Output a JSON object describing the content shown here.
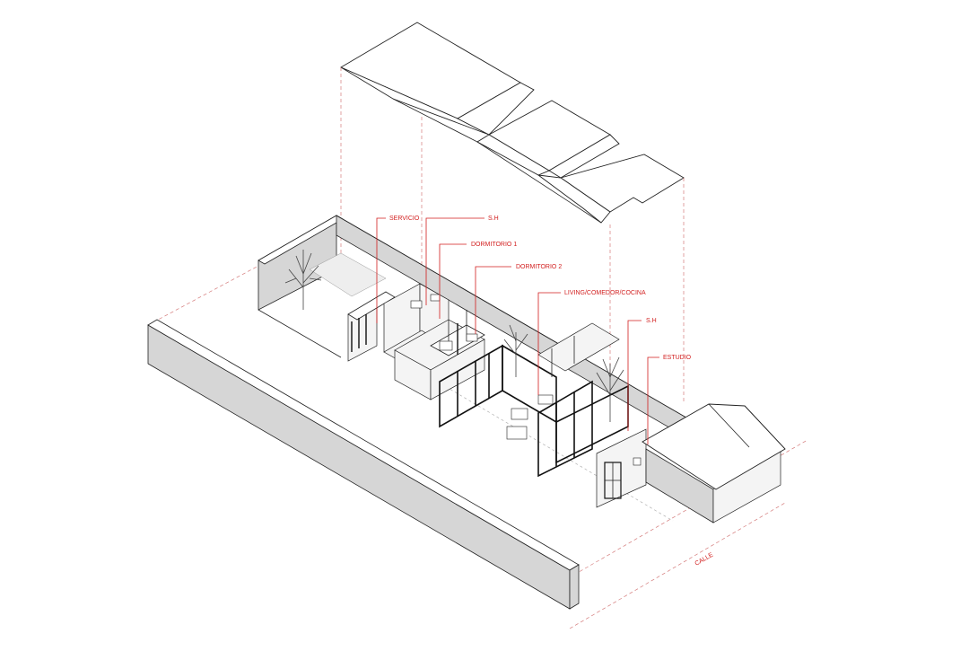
{
  "labels": {
    "servicio": "SERVICIO",
    "sh1": "S.H",
    "dormitorio1": "DORMITORIO 1",
    "dormitorio2": "DORMITORIO 2",
    "living": "LIVING/COMEDOR/COCINA",
    "sh2": "S.H",
    "estudio": "ESTUDIO",
    "calle": "CALLE"
  },
  "colors": {
    "annotation": "#d21f1f",
    "wall_shade": "#d6d6d6",
    "line": "#222222"
  }
}
